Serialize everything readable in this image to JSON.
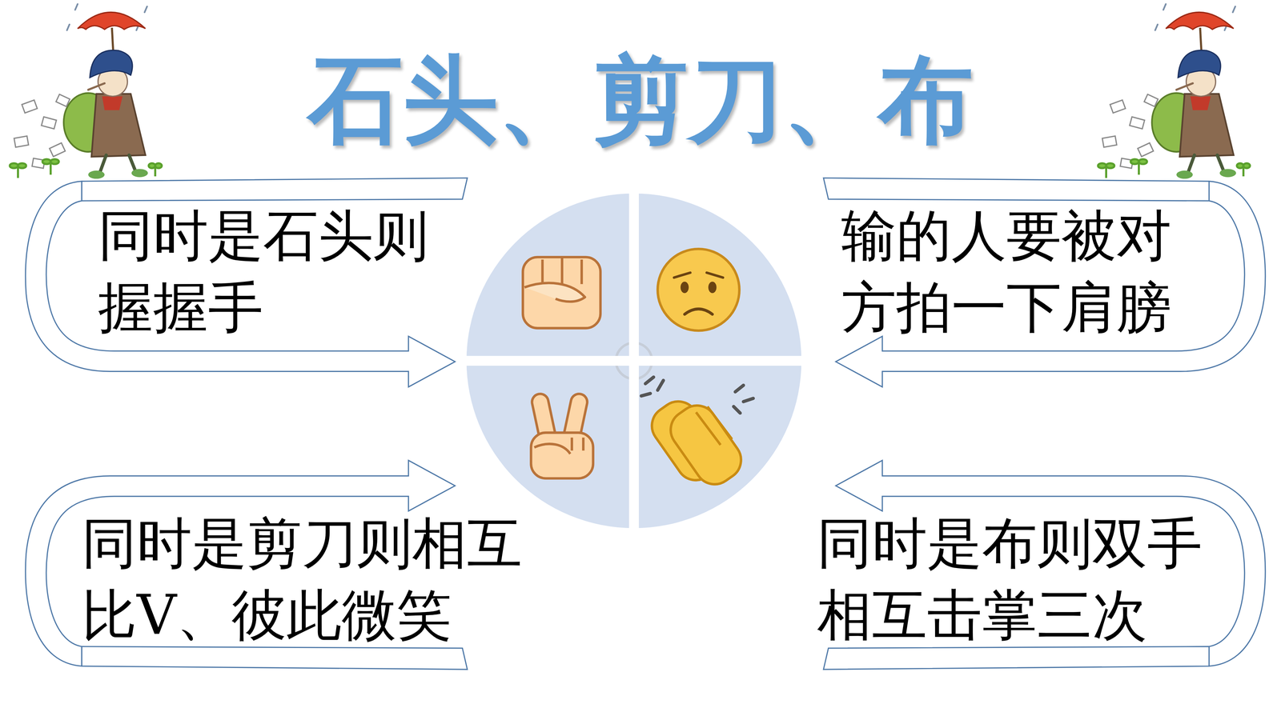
{
  "diagram": {
    "title": "石头、剪刀、布",
    "labels": [
      "同时是石头则 握握手",
      "输的人要被对 方拍一下肩膀",
      "同时是剪刀则相互 比V、彼此微笑",
      "同时是布则双手 相互击掌三次"
    ]
  }
}
